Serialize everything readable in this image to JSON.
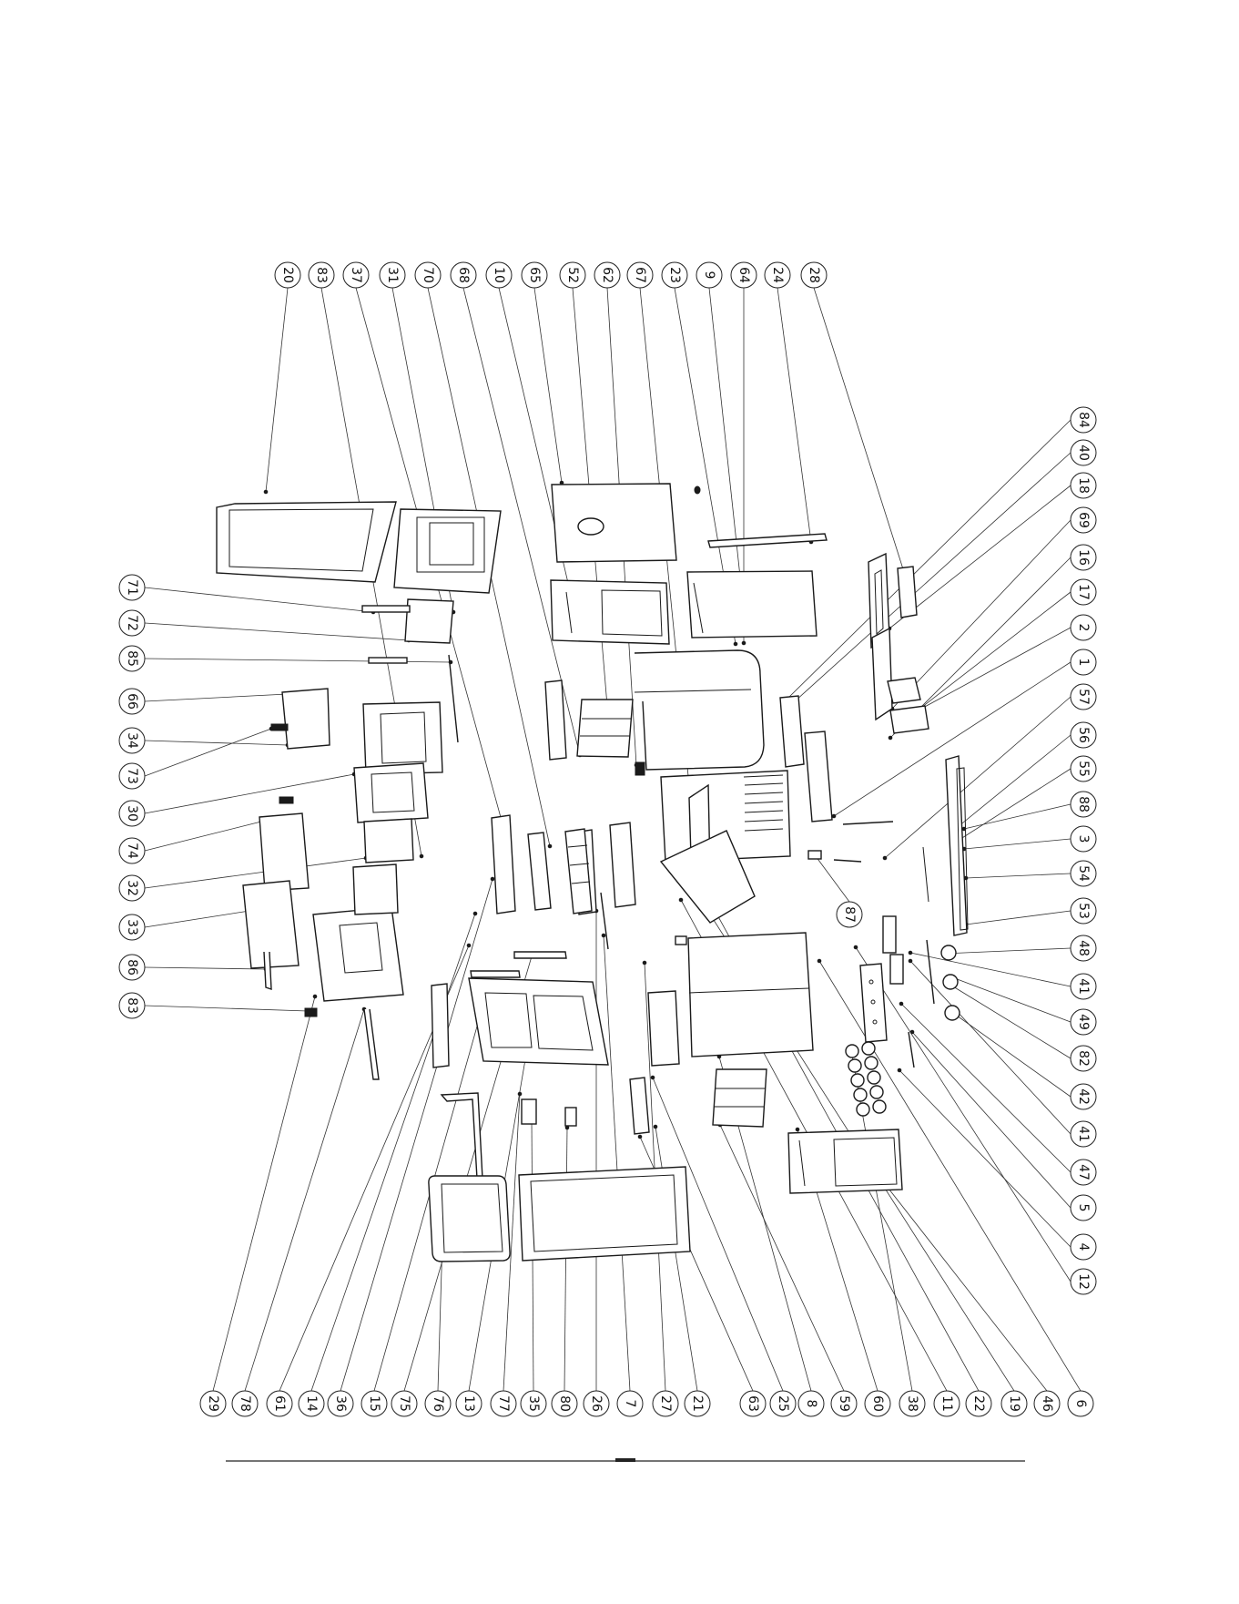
{
  "labels_top": [
    "20",
    "83",
    "37",
    "31",
    "70",
    "68",
    "10",
    "65",
    "52",
    "62",
    "67",
    "23",
    "9",
    "64",
    "24",
    "28"
  ],
  "labels_right": [
    "84",
    "40",
    "18",
    "69",
    "16",
    "17",
    "2",
    "1",
    "57",
    "56",
    "55",
    "88",
    "3",
    "54",
    "53",
    "48",
    "41",
    "49",
    "82",
    "42",
    "41",
    "47",
    "5",
    "4",
    "12"
  ],
  "labels_left": [
    "71",
    "72",
    "85",
    "66",
    "34",
    "73",
    "30",
    "74",
    "32",
    "33",
    "86",
    "83"
  ],
  "labels_bottom": [
    "29",
    "78",
    "61",
    "14",
    "36",
    "15",
    "75",
    "76",
    "13",
    "77",
    "35",
    "80",
    "26",
    "7",
    "27",
    "21",
    "63",
    "25",
    "8",
    "59",
    "60",
    "38",
    "11",
    "22",
    "19",
    "46",
    "6"
  ],
  "labels_mid": [
    "87"
  ]
}
